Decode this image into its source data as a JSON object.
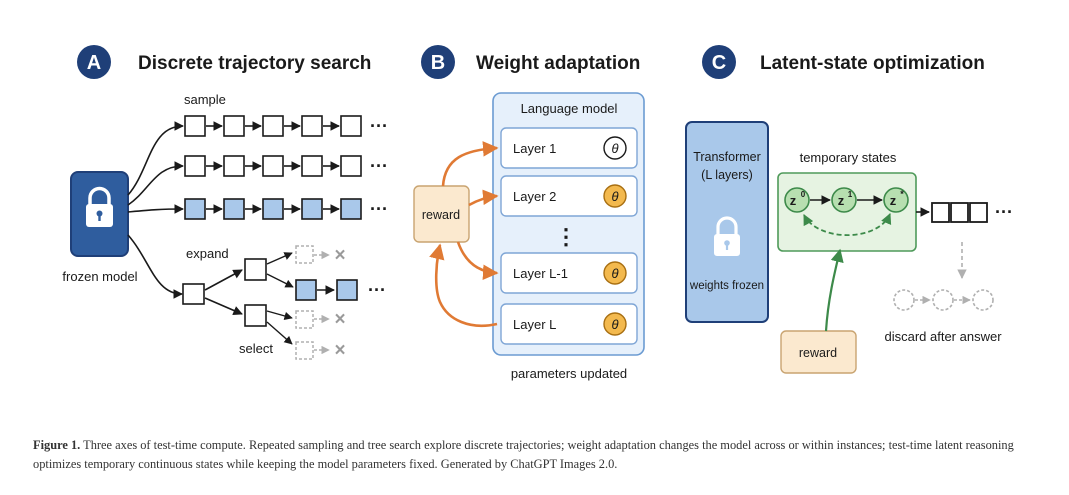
{
  "panelA": {
    "badge": "A",
    "title": "Discrete trajectory search",
    "sample_label": "sample",
    "frozen_label": "frozen model",
    "expand_label": "expand",
    "select_label": "select",
    "ellipsis": "···",
    "reject_mark": "×",
    "lock_icon": "lock-icon"
  },
  "panelB": {
    "badge": "B",
    "title": "Weight adaptation",
    "lm_title": "Language model",
    "reward_label": "reward",
    "vdots": "⋮",
    "theta": "θ",
    "layers": [
      "Layer 1",
      "Layer 2",
      "Layer L-1",
      "Layer L"
    ],
    "footer": "parameters updated"
  },
  "panelC": {
    "badge": "C",
    "title": "Latent-state optimization",
    "transformer_line1": "Transformer",
    "transformer_line2": "(L layers)",
    "weights_frozen": "weights frozen",
    "temp_states_label": "temporary states",
    "states": [
      {
        "base": "z",
        "sup": "0"
      },
      {
        "base": "z",
        "sup": "1"
      },
      {
        "base": "z",
        "sup": "*"
      }
    ],
    "reward_label": "reward",
    "ellipsis": "···",
    "discard_label": "discard after answer"
  },
  "caption": {
    "label": "Figure 1.",
    "text": "Three axes of test-time compute. Repeated sampling and tree search explore discrete trajectories; weight adaptation changes the model across or within instances; test-time latent reasoning optimizes temporary continuous states while keeping the model parameters fixed. Generated by ChatGPT Images 2.0."
  },
  "colors": {
    "badge_navy": "#1f3f78",
    "lock_blue": "#2f5d9e",
    "token_blue": "#a9c8ea",
    "lm_fill": "#e6f0fb",
    "lm_border": "#6b9bd2",
    "theta_orange": "#f3b94e",
    "reward_fill": "#fbe9cf",
    "reward_border": "#c9a471",
    "orange_arrow": "#e07a34",
    "green_fill": "#e6f3e2",
    "green_state": "#b7dfb0",
    "green_border": "#4f9a5a",
    "transformer_fill": "#a9c8ea",
    "gray": "#b0b0b0"
  }
}
